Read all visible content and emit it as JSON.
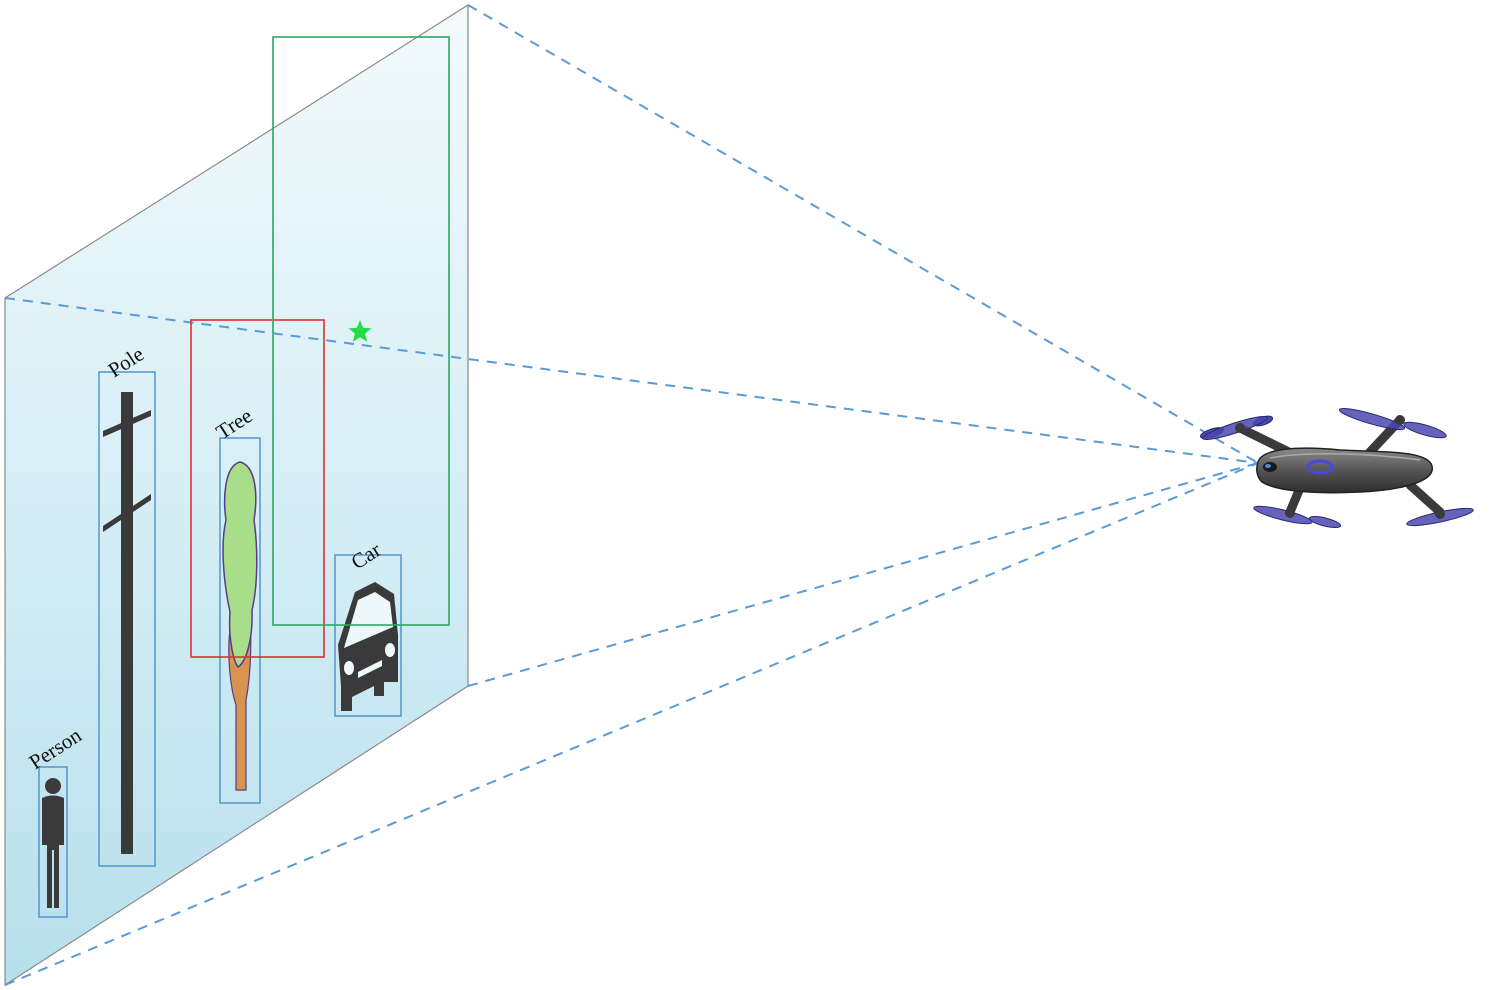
{
  "labels": {
    "person": "Person",
    "pole": "Pole",
    "tree": "Tree",
    "car": "Car"
  },
  "colors": {
    "sight_line": "#5b9bd5",
    "detection_box": "#4a90c8",
    "red_box": "#e03030",
    "green_box": "#2aa860",
    "target_star": "#22dd44",
    "plane_top": "#eef8fb",
    "plane_bottom": "#bfe3ef",
    "silhouette": "#3a3a3a",
    "drone_body": "#4a4a4a",
    "drone_rotor": "#4a48b0"
  },
  "icons": {
    "person": "person-icon",
    "pole": "pole-icon",
    "tree": "tree-icon",
    "car": "car-icon",
    "star": "star-icon",
    "drone": "drone-icon"
  }
}
